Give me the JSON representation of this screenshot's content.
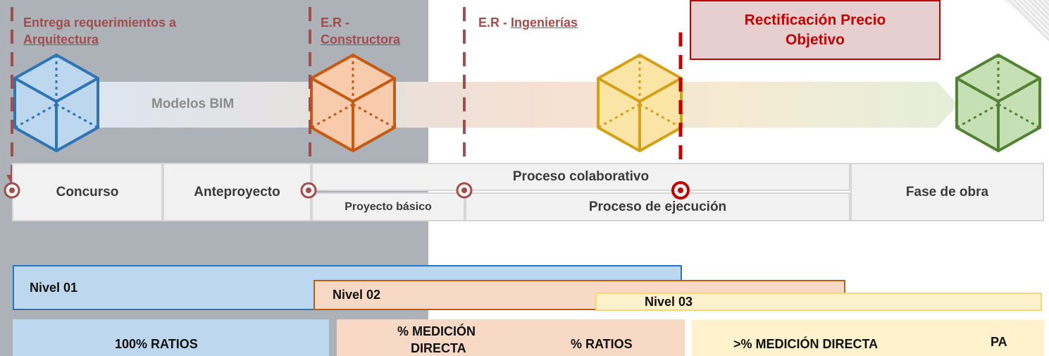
{
  "milestones": {
    "m1": {
      "line1": "Entrega requerimientos a",
      "line2": "Arquitectura"
    },
    "m2": {
      "line1": "E.R -",
      "line2": "Constructora"
    },
    "m3": {
      "prefix": "E.R - ",
      "link": "Ingenierías"
    },
    "m4": {
      "line1": "Rectificación Precio",
      "line2": "Objetivo"
    }
  },
  "flow_label": "Modelos BIM",
  "stages": {
    "concurso": "Concurso",
    "anteproyecto": "Anteproyecto",
    "proceso_colaborativo": "Proceso colaborativo",
    "proyecto_basico": "Proyecto básico",
    "proceso_ejecucion": "Proceso de ejecución",
    "fase_obra": "Fase de obra"
  },
  "levels": {
    "n1": "Nivel 01",
    "n2": "Nivel 02",
    "n3": "Nivel 03"
  },
  "bands": {
    "b1": "100% RATIOS",
    "b2a_line1": "% MEDICIÓN",
    "b2a_line2": "DIRECTA",
    "b2b": "% RATIOS",
    "b3a": ">% MEDICIÓN DIRECTA",
    "b3b": "PA"
  },
  "colors": {
    "blue": "#2e75b6",
    "orange": "#c55a11",
    "gold": "#d4a017",
    "green": "#548235",
    "marker": "#a04d4d",
    "red": "#c00000"
  }
}
